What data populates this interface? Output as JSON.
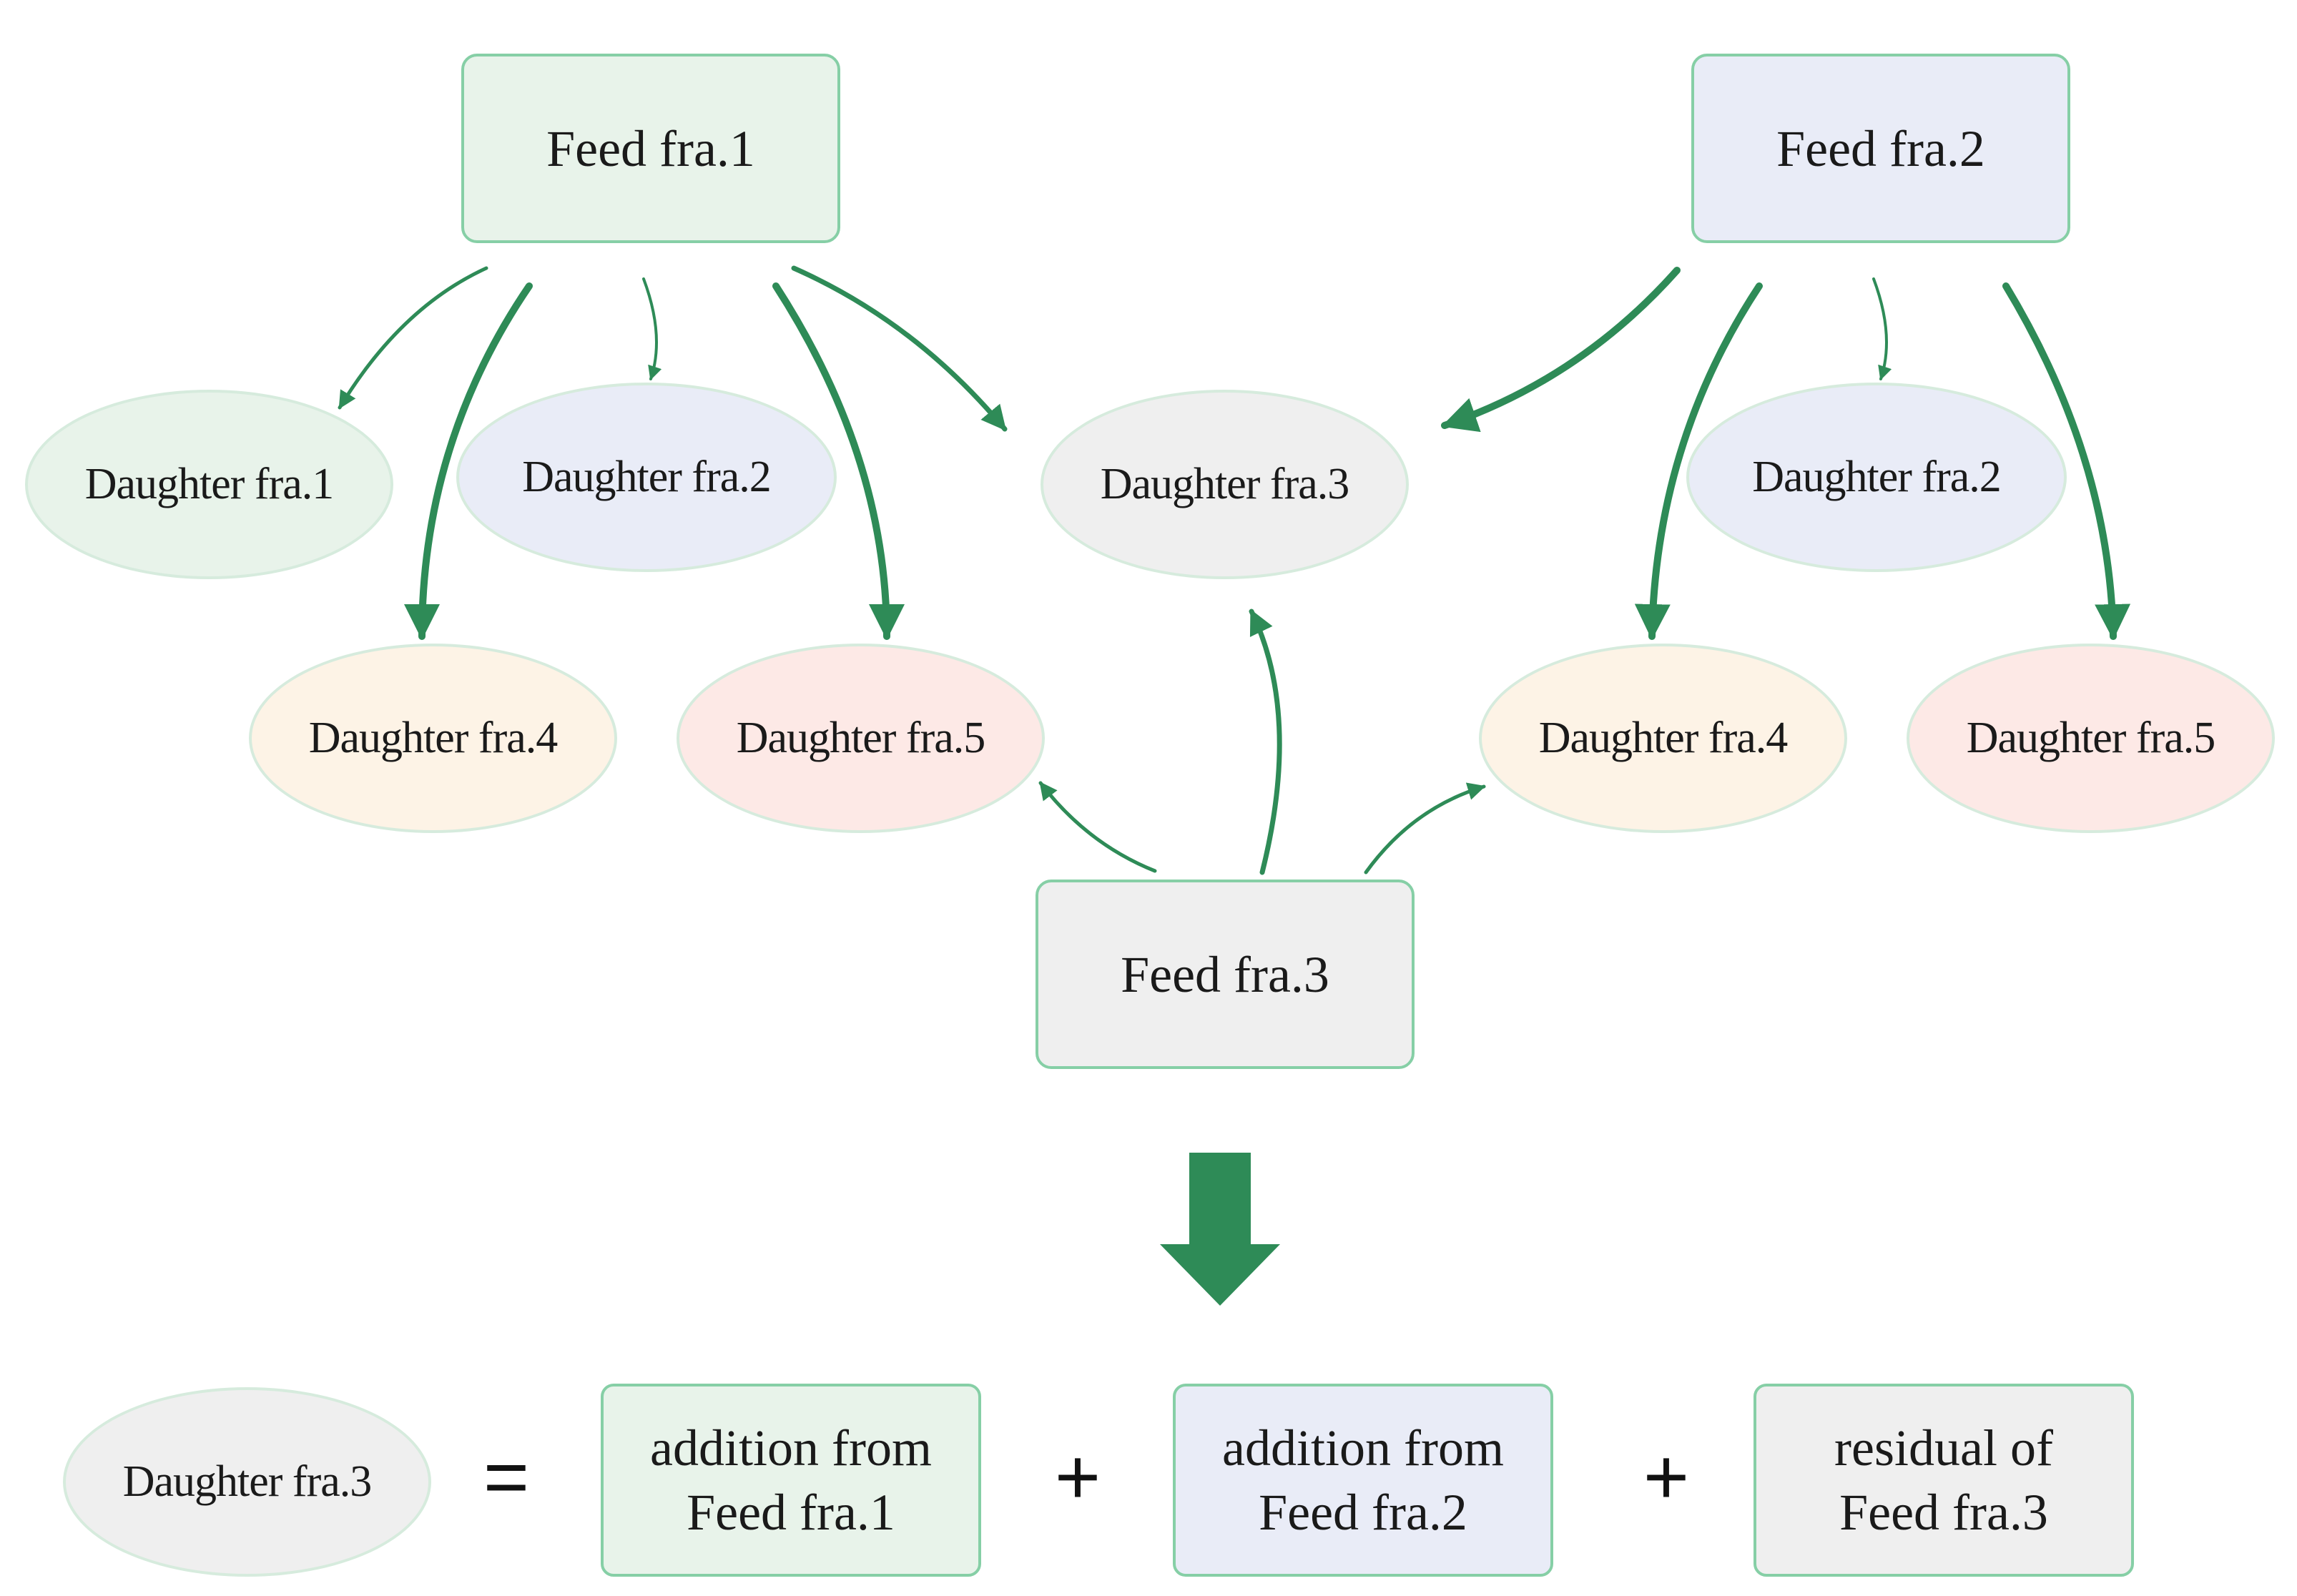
{
  "colors": {
    "green_fill": "#e8f3ea",
    "blue_fill": "#e9ecf7",
    "gray_fill": "#efefef",
    "orange_fill": "#fdf3e6",
    "pink_fill": "#fde9e6",
    "arrow": "#2e8b57"
  },
  "feeds": {
    "f1": "Feed fra.1",
    "f2": "Feed fra.2",
    "f3": "Feed fra.3"
  },
  "daughters": {
    "left": {
      "d1": "Daughter fra.1",
      "d2": "Daughter fra.2",
      "d4": "Daughter fra.4",
      "d5": "Daughter fra.5"
    },
    "center": {
      "d3": "Daughter fra.3"
    },
    "right": {
      "d2": "Daughter fra.2",
      "d4": "Daughter fra.4",
      "d5": "Daughter fra.5"
    }
  },
  "equation": {
    "lhs": "Daughter fra.3",
    "equals": "=",
    "plus": "+",
    "term1": {
      "line1": "addition from",
      "line2": "Feed fra.1"
    },
    "term2": {
      "line1": "addition from",
      "line2": "Feed fra.2"
    },
    "term3": {
      "line1": "residual of",
      "line2": "Feed fra.3"
    }
  }
}
